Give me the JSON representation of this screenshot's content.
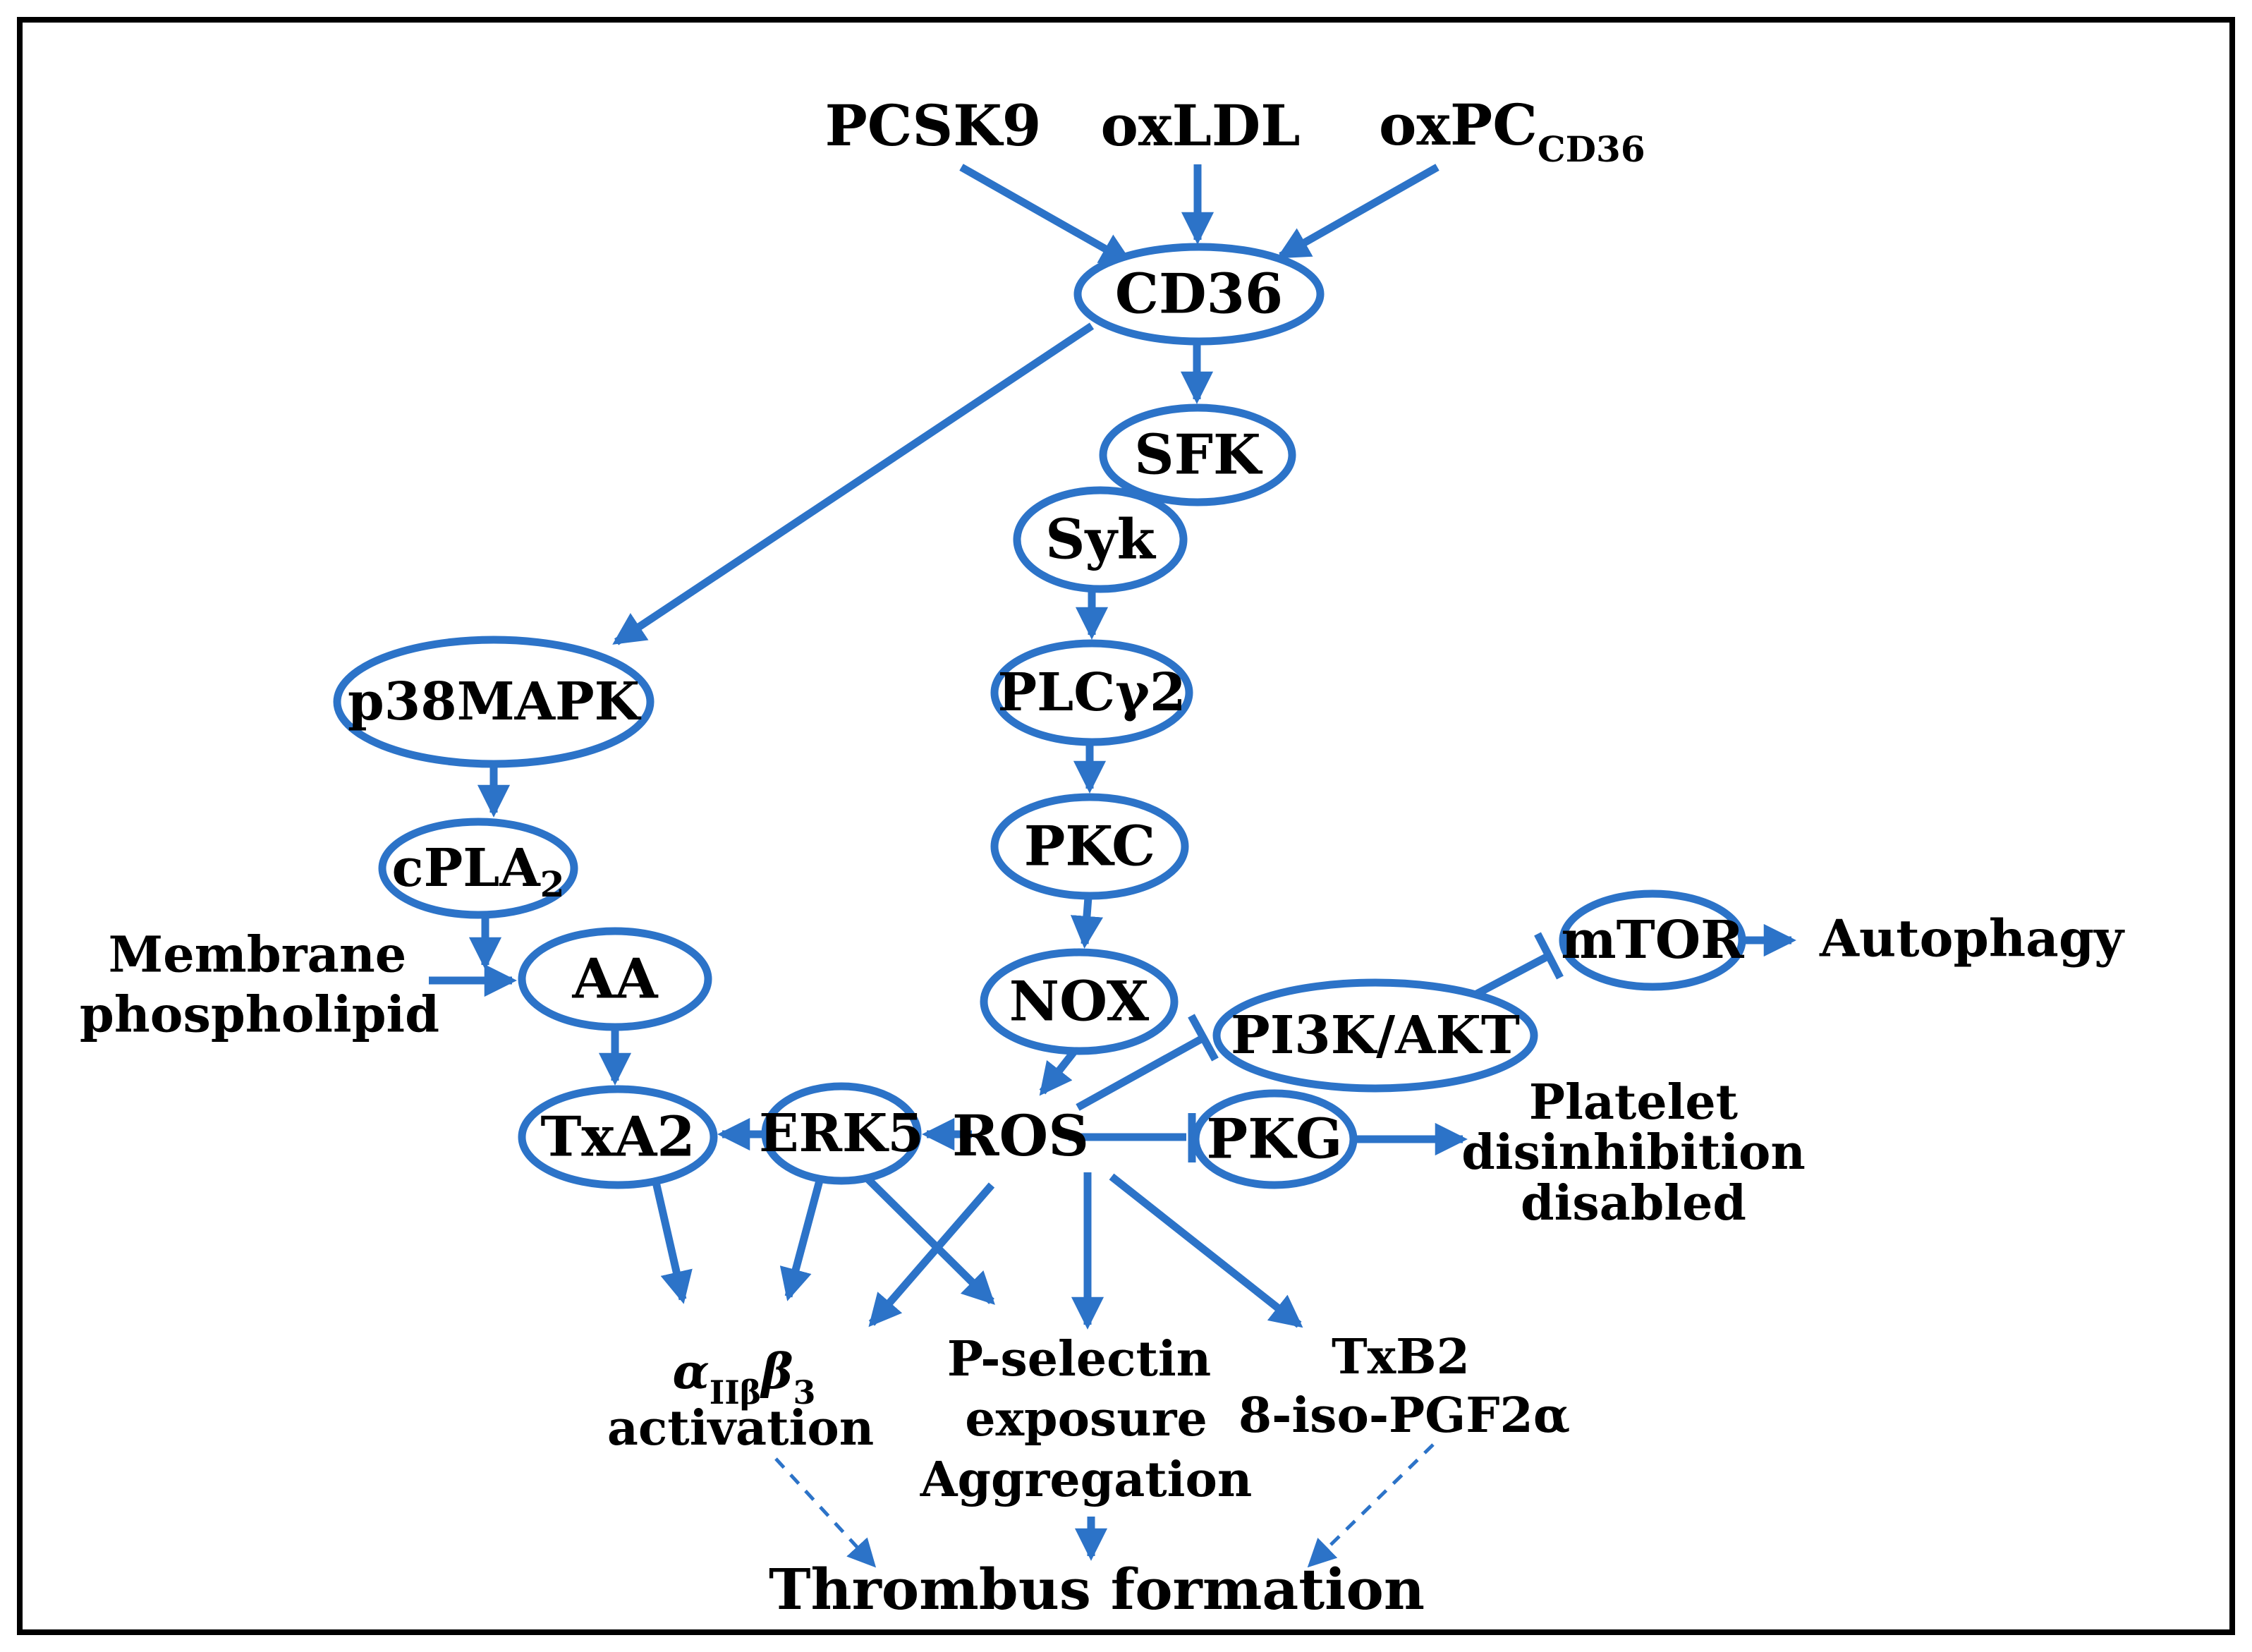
{
  "diagram": {
    "colors": {
      "line_blue": "#2c73c8",
      "text_black": "#000000",
      "background": "#ffffff",
      "border": "#000000"
    },
    "ligands": {
      "pcsk9": "PCSK9",
      "oxldl": "oxLDL",
      "oxpc_base": "oxPC",
      "oxpc_sub": "CD36"
    },
    "nodes": {
      "cd36": "CD36",
      "sfk": "SFK",
      "syk": "Syk",
      "plcg2": "PLCγ2",
      "pkc": "PKC",
      "nox": "NOX",
      "ros": "ROS",
      "p38mapk": "p38MAPK",
      "cpla2_base": "cPLA",
      "cpla2_sub": "2",
      "aa": "AA",
      "txa2": "TxA2",
      "erk5": "ERK5",
      "pi3k_akt": "PI3K/AKT",
      "pkg": "PKG",
      "mtor": "mTOR"
    },
    "inputs": {
      "membrane_line1": "Membrane",
      "membrane_line2": "phospholipid"
    },
    "outputs": {
      "autophagy": "Autophagy",
      "platelet_line1": "Platelet",
      "platelet_line2": "disinhibition",
      "platelet_line3": "disabled",
      "integrin_alpha": "α",
      "integrin_sub1": "IIβ",
      "integrin_beta": "β",
      "integrin_sub2": "3",
      "integrin_line2": "activation",
      "pselectin_line1": "P-selectin",
      "pselectin_line2": "exposure",
      "pselectin_line3": "Aggregation",
      "txb2_line1": "TxB2",
      "txb2_line2": "8-iso-PGF2α",
      "thrombus": "Thrombus formation"
    }
  }
}
